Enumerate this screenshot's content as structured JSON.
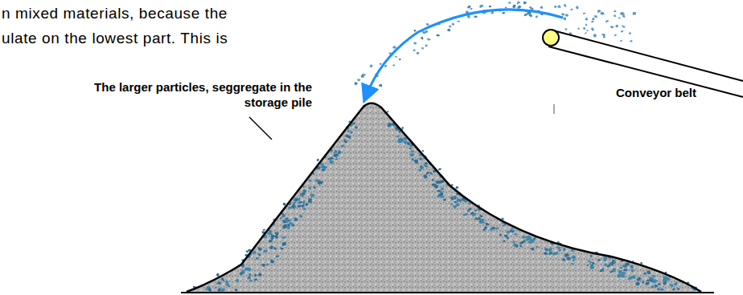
{
  "diagram": {
    "labels": [
      "n mixed materials, because the",
      "ulate on the lowest part. This is",
      "Conveyor belt",
      "The larger particles, seggregate in the storage pile"
    ]
  }
}
